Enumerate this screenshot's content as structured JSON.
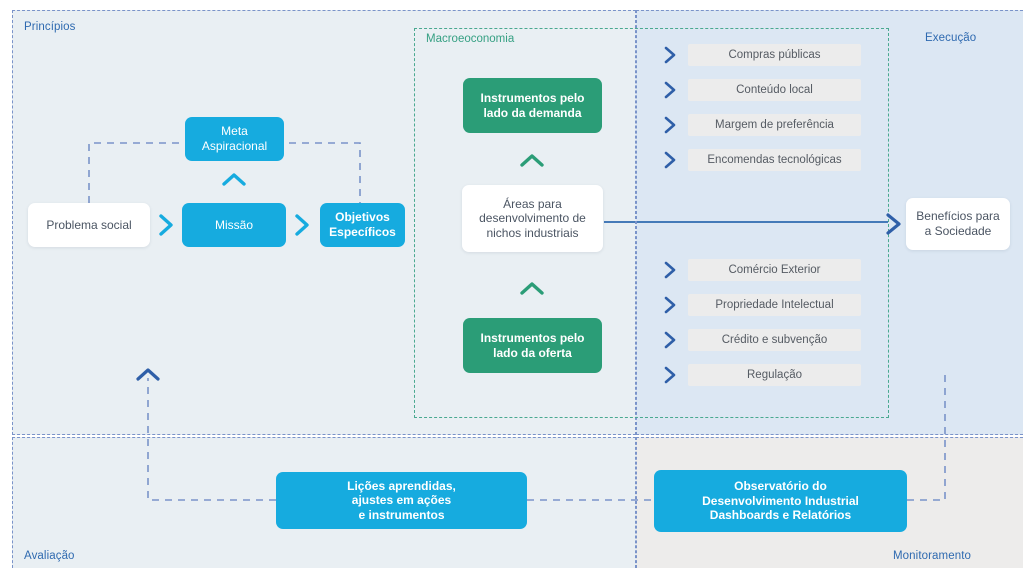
{
  "quadrants": {
    "principios": "Princípios",
    "execucao": "Execução",
    "avaliacao": "Avaliação",
    "monitoramento": "Monitoramento",
    "macroeconomia": "Macroeoconomia"
  },
  "nodes": {
    "problema_social": "Problema social",
    "meta_aspiracional": "Meta\nAspiracional",
    "missao": "Missão",
    "objetivos_especificos": "Objetivos\nEspecíficos",
    "instrumentos_demanda": "Instrumentos pelo\nlado da demanda",
    "areas_nichos": "Áreas para\ndesenvolvimento de\nnichos industriais",
    "instrumentos_oferta": "Instrumentos pelo\nlado da oferta",
    "beneficios_sociedade": "Benefícios para\na Sociedade",
    "licoes_aprendidas": "Lições aprendidas,\najustes em ações\ne instrumentos",
    "observatorio": "Observatório do\nDesenvolvimento Industrial\nDashboards e Relatórios"
  },
  "demand_instruments": [
    "Compras públicas",
    "Conteúdo local",
    "Margem de preferência",
    "Encomendas tecnológicas"
  ],
  "supply_instruments": [
    "Comércio Exterior",
    "Propriedade Intelectual",
    "Crédito e subvenção",
    "Regulação"
  ],
  "colors": {
    "blue_node": "#16abdf",
    "green_node": "#2b9d77",
    "panel_light": "#e9eff3",
    "panel_blue": "#dce7f3",
    "panel_gray": "#edeceb",
    "dashed_blue": "#7a93c9",
    "dashed_green": "#4aa990",
    "chevron_navy": "#2f5fa8",
    "label_blue": "#2f6ab0",
    "label_green": "#36a083",
    "pill_bg": "#ececec"
  }
}
